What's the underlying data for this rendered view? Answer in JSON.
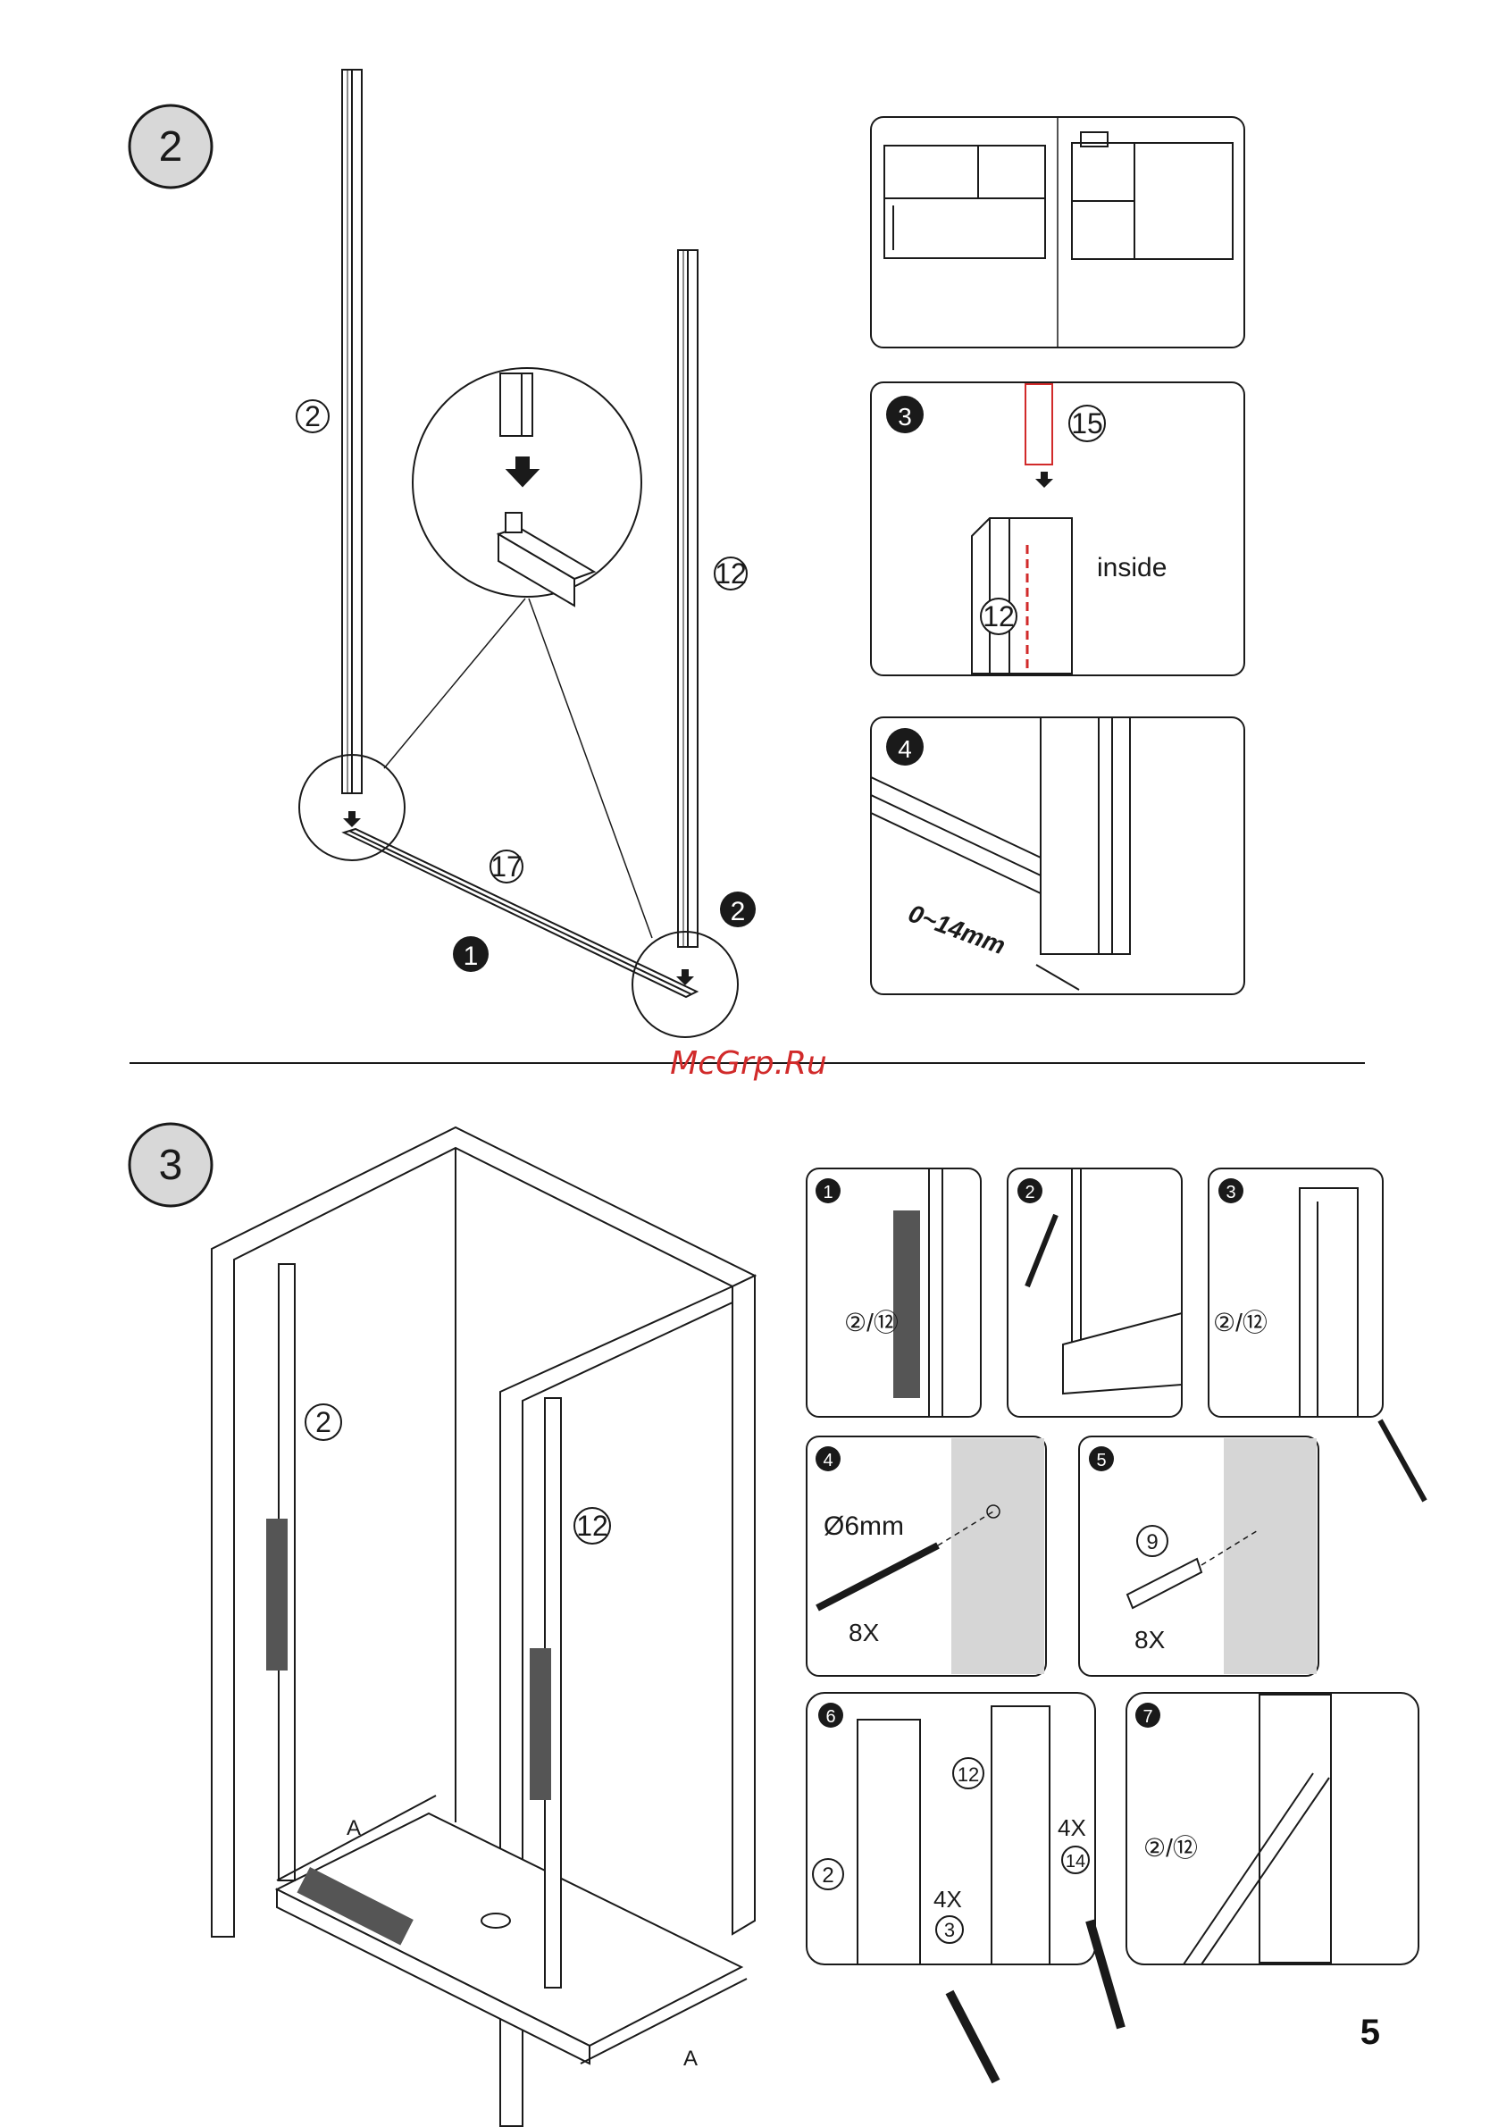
{
  "page": {
    "number": "5",
    "watermark": "McGrp.Ru"
  },
  "section2": {
    "step_number": "2",
    "parts": {
      "left_profile": "2",
      "right_profile": "12",
      "bottom_bar": "17",
      "seal": "15",
      "inner_profile": "12"
    },
    "markers": {
      "m1": "1",
      "m2": "2",
      "m3": "3",
      "m4": "4"
    },
    "labels": {
      "inside": "inside",
      "adjust": "0~14mm"
    }
  },
  "section3": {
    "step_number": "3",
    "parts": {
      "left": "2",
      "right": "12",
      "dim_a1": "A",
      "dim_a2": "A"
    },
    "details": [
      {
        "num": "1",
        "label": "②/⑫"
      },
      {
        "num": "2",
        "label": ""
      },
      {
        "num": "3",
        "label": "②/⑫"
      },
      {
        "num": "4",
        "drill": "Ø6mm",
        "qty": "8X"
      },
      {
        "num": "5",
        "part": "9",
        "qty": "8X"
      },
      {
        "num": "6",
        "left": "2",
        "right": "12",
        "qty_a": "4X",
        "part_a": "3",
        "qty_b": "4X",
        "part_b": "14"
      },
      {
        "num": "7",
        "label": "②/⑫"
      }
    ]
  },
  "colors": {
    "ink": "#1a1a1a",
    "accent": "#d12a2a",
    "panel_gray": "#d6d6d6"
  }
}
